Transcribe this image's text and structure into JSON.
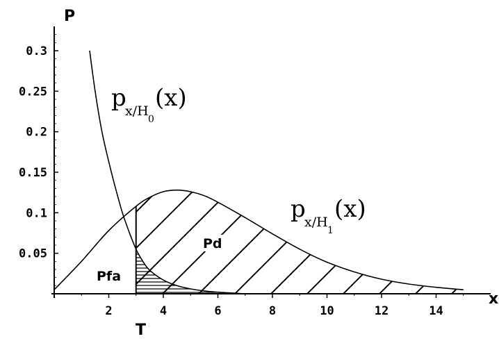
{
  "chart_data": {
    "type": "line",
    "title": "",
    "xlabel": "x",
    "ylabel": "P",
    "xlim": [
      0,
      16
    ],
    "ylim": [
      0,
      0.33
    ],
    "x_ticks": [
      2,
      4,
      6,
      8,
      10,
      12,
      14
    ],
    "x_tick_labels": [
      "2",
      "4",
      "6",
      "8",
      "10",
      "12",
      "14"
    ],
    "y_ticks": [
      0.05,
      0.1,
      0.15,
      0.2,
      0.25,
      0.3
    ],
    "y_tick_labels": [
      "0.05",
      "0.1",
      "0.15",
      "0.2",
      "0.25",
      "0.3"
    ],
    "threshold": {
      "x": 3,
      "label": "T"
    },
    "series": [
      {
        "name": "H0",
        "label_main": "p",
        "label_sub": "x/H",
        "label_subsub": "0",
        "label_arg": "(x)",
        "x": [
          1.3,
          1.5,
          1.75,
          2,
          2.25,
          2.5,
          2.75,
          3,
          3.25,
          3.5,
          4,
          4.5,
          5,
          5.5,
          6,
          6.5,
          7
        ],
        "y": [
          0.3,
          0.25,
          0.2,
          0.163,
          0.13,
          0.1,
          0.076,
          0.055,
          0.04,
          0.029,
          0.017,
          0.01,
          0.006,
          0.0035,
          0.002,
          0.001,
          0.0
        ]
      },
      {
        "name": "H1",
        "label_main": "p",
        "label_sub": "x/H",
        "label_subsub": "1",
        "label_arg": "(x)",
        "x": [
          0,
          1,
          2,
          3,
          3.5,
          4,
          4.5,
          5,
          5.5,
          6,
          7,
          8,
          9,
          10,
          11,
          12,
          13,
          14,
          15
        ],
        "y": [
          0.005,
          0.04,
          0.078,
          0.108,
          0.119,
          0.126,
          0.128,
          0.126,
          0.121,
          0.113,
          0.094,
          0.074,
          0.055,
          0.039,
          0.027,
          0.018,
          0.012,
          0.008,
          0.005
        ]
      }
    ],
    "annotations": [
      {
        "text": "Pd",
        "region": "area under H1 curve for x > T (hatched)"
      },
      {
        "text": "Pfa",
        "region": "area under H0 curve for x > T (hatched)"
      }
    ]
  }
}
